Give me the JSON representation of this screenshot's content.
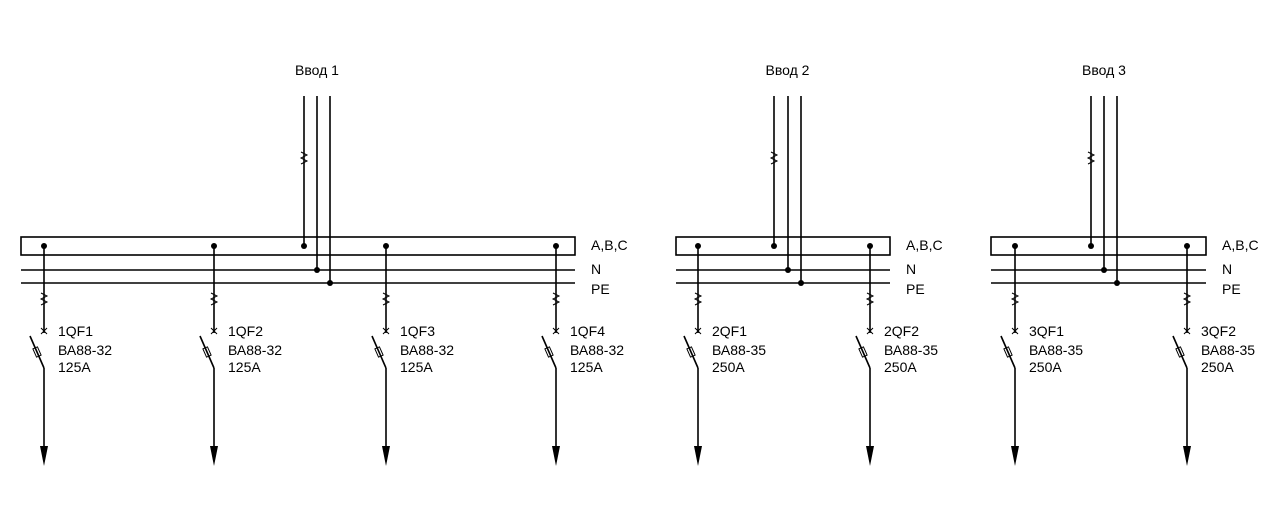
{
  "buses": [
    {
      "input_label": "Ввод 1",
      "bus_labels": [
        "A,B,C",
        "N",
        "PE"
      ],
      "breakers": [
        {
          "id": "1QF1",
          "model": "ВА88-32",
          "rating": "125А"
        },
        {
          "id": "1QF2",
          "model": "ВА88-32",
          "rating": "125А"
        },
        {
          "id": "1QF3",
          "model": "ВА88-32",
          "rating": "125А"
        },
        {
          "id": "1QF4",
          "model": "ВА88-32",
          "rating": "125А"
        }
      ]
    },
    {
      "input_label": "Ввод 2",
      "bus_labels": [
        "A,B,C",
        "N",
        "PE"
      ],
      "breakers": [
        {
          "id": "2QF1",
          "model": "ВА88-35",
          "rating": "250А"
        },
        {
          "id": "2QF2",
          "model": "ВА88-35",
          "rating": "250А"
        }
      ]
    },
    {
      "input_label": "Ввод 3",
      "bus_labels": [
        "A,B,C",
        "N",
        "PE"
      ],
      "breakers": [
        {
          "id": "3QF1",
          "model": "ВА88-35",
          "rating": "250А"
        },
        {
          "id": "3QF2",
          "model": "ВА88-35",
          "rating": "250А"
        }
      ]
    }
  ]
}
